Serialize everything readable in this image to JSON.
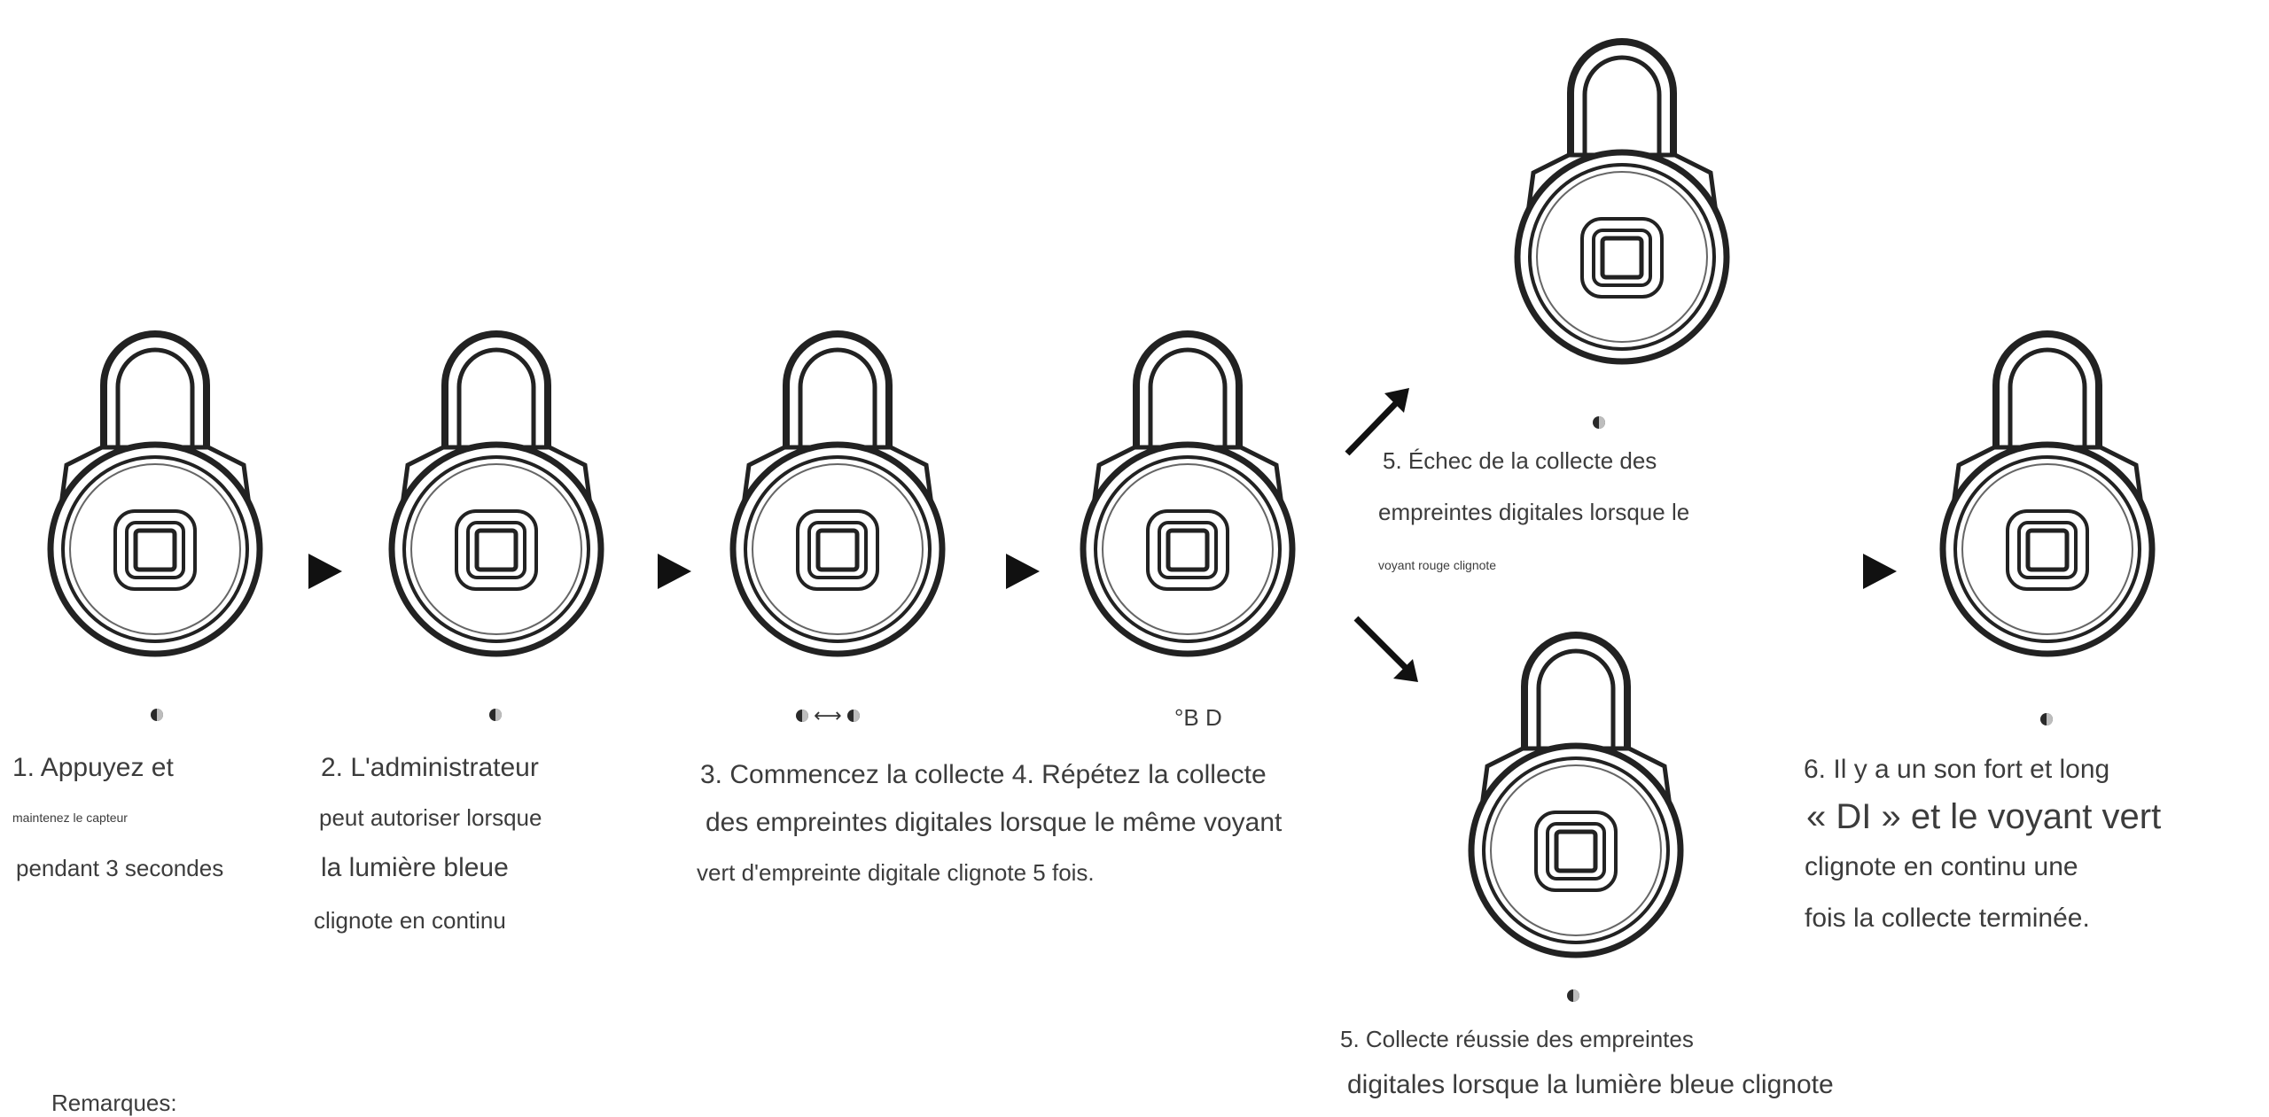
{
  "title": "",
  "steps": {
    "s1": {
      "line1": "1. Appuyez et",
      "line2": "maintenez le capteur",
      "line3": "pendant 3 secondes"
    },
    "s2": {
      "line1": "2. L'administrateur",
      "line2": "peut autoriser lorsque",
      "line3": "la lumière bleue",
      "line4": "clignote en continu"
    },
    "s3": {
      "line1": "3. Commencez la collecte 4. Répétez la collecte",
      "line2": "des empreintes digitales lorsque le même voyant",
      "line3": "vert d'empreinte digitale clignote 5 fois."
    },
    "s4_symbol": "°B  D",
    "s5_fail": {
      "line1": "5. Échec de la collecte des",
      "line2": "empreintes digitales lorsque le",
      "line3": "voyant rouge clignote"
    },
    "s5_success": {
      "line1": "5. Collecte réussie des empreintes",
      "line2": "digitales lorsque la lumière bleue clignote"
    },
    "s6": {
      "line1": "6. Il y a un son fort et long",
      "line2": "« DI » et le voyant vert",
      "line3": "clignote en continu une",
      "line4": "fois la collecte terminée."
    }
  },
  "remarks_label": "Remarques:",
  "icons": [
    "padlock-icon",
    "led-indicator-icon",
    "arrow-right-icon",
    "arrow-diagonal-icon"
  ]
}
